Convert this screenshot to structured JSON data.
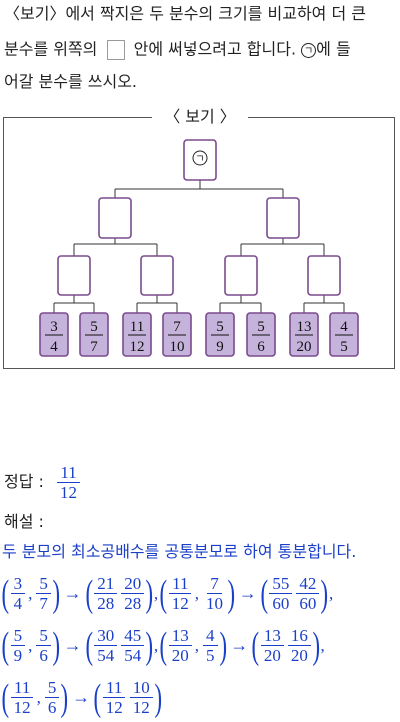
{
  "question": {
    "line1": "〈보기〉에서 짝지은 두 분수의 크기를 비교하여 더 큰",
    "line2_a": "분수를 위쪽의",
    "line2_b": "안에 써넣으려고 합니다.",
    "line2_c": "에 들",
    "line3": "어갈 분수를 쓰시오.",
    "marker": "ㄱ"
  },
  "bogi": {
    "title": "〈 보기 〉",
    "top_marker": "ㄱ",
    "leaves": [
      {
        "num": "3",
        "den": "4"
      },
      {
        "num": "5",
        "den": "7"
      },
      {
        "num": "11",
        "den": "12"
      },
      {
        "num": "7",
        "den": "10"
      },
      {
        "num": "5",
        "den": "9"
      },
      {
        "num": "5",
        "den": "6"
      },
      {
        "num": "13",
        "den": "20"
      },
      {
        "num": "4",
        "den": "5"
      }
    ]
  },
  "answer": {
    "label": "정답 :",
    "num": "11",
    "den": "12"
  },
  "explanation": {
    "label": "해설 :",
    "text": "두 분모의 최소공배수를 공통분모로 하여 통분합니다.",
    "rows": [
      [
        {
          "a": [
            "3",
            "4"
          ],
          "b": [
            "5",
            "7"
          ],
          "c": [
            "21",
            "28"
          ],
          "d": [
            "20",
            "28"
          ]
        },
        {
          "a": [
            "11",
            "12"
          ],
          "b": [
            "7",
            "10"
          ],
          "c": [
            "55",
            "60"
          ],
          "d": [
            "42",
            "60"
          ]
        }
      ],
      [
        {
          "a": [
            "5",
            "9"
          ],
          "b": [
            "5",
            "6"
          ],
          "c": [
            "30",
            "54"
          ],
          "d": [
            "45",
            "54"
          ]
        },
        {
          "a": [
            "13",
            "20"
          ],
          "b": [
            "4",
            "5"
          ],
          "c": [
            "13",
            "20"
          ],
          "d": [
            "16",
            "20"
          ]
        }
      ],
      [
        {
          "a": [
            "11",
            "12"
          ],
          "b": [
            "5",
            "6"
          ],
          "c": [
            "11",
            "12"
          ],
          "d": [
            "10",
            "12"
          ]
        }
      ]
    ]
  },
  "colors": {
    "leaf_fill": "#c6b3dc",
    "node_border": "#7b4a8e",
    "answer_blue": "#1a3fc9"
  }
}
